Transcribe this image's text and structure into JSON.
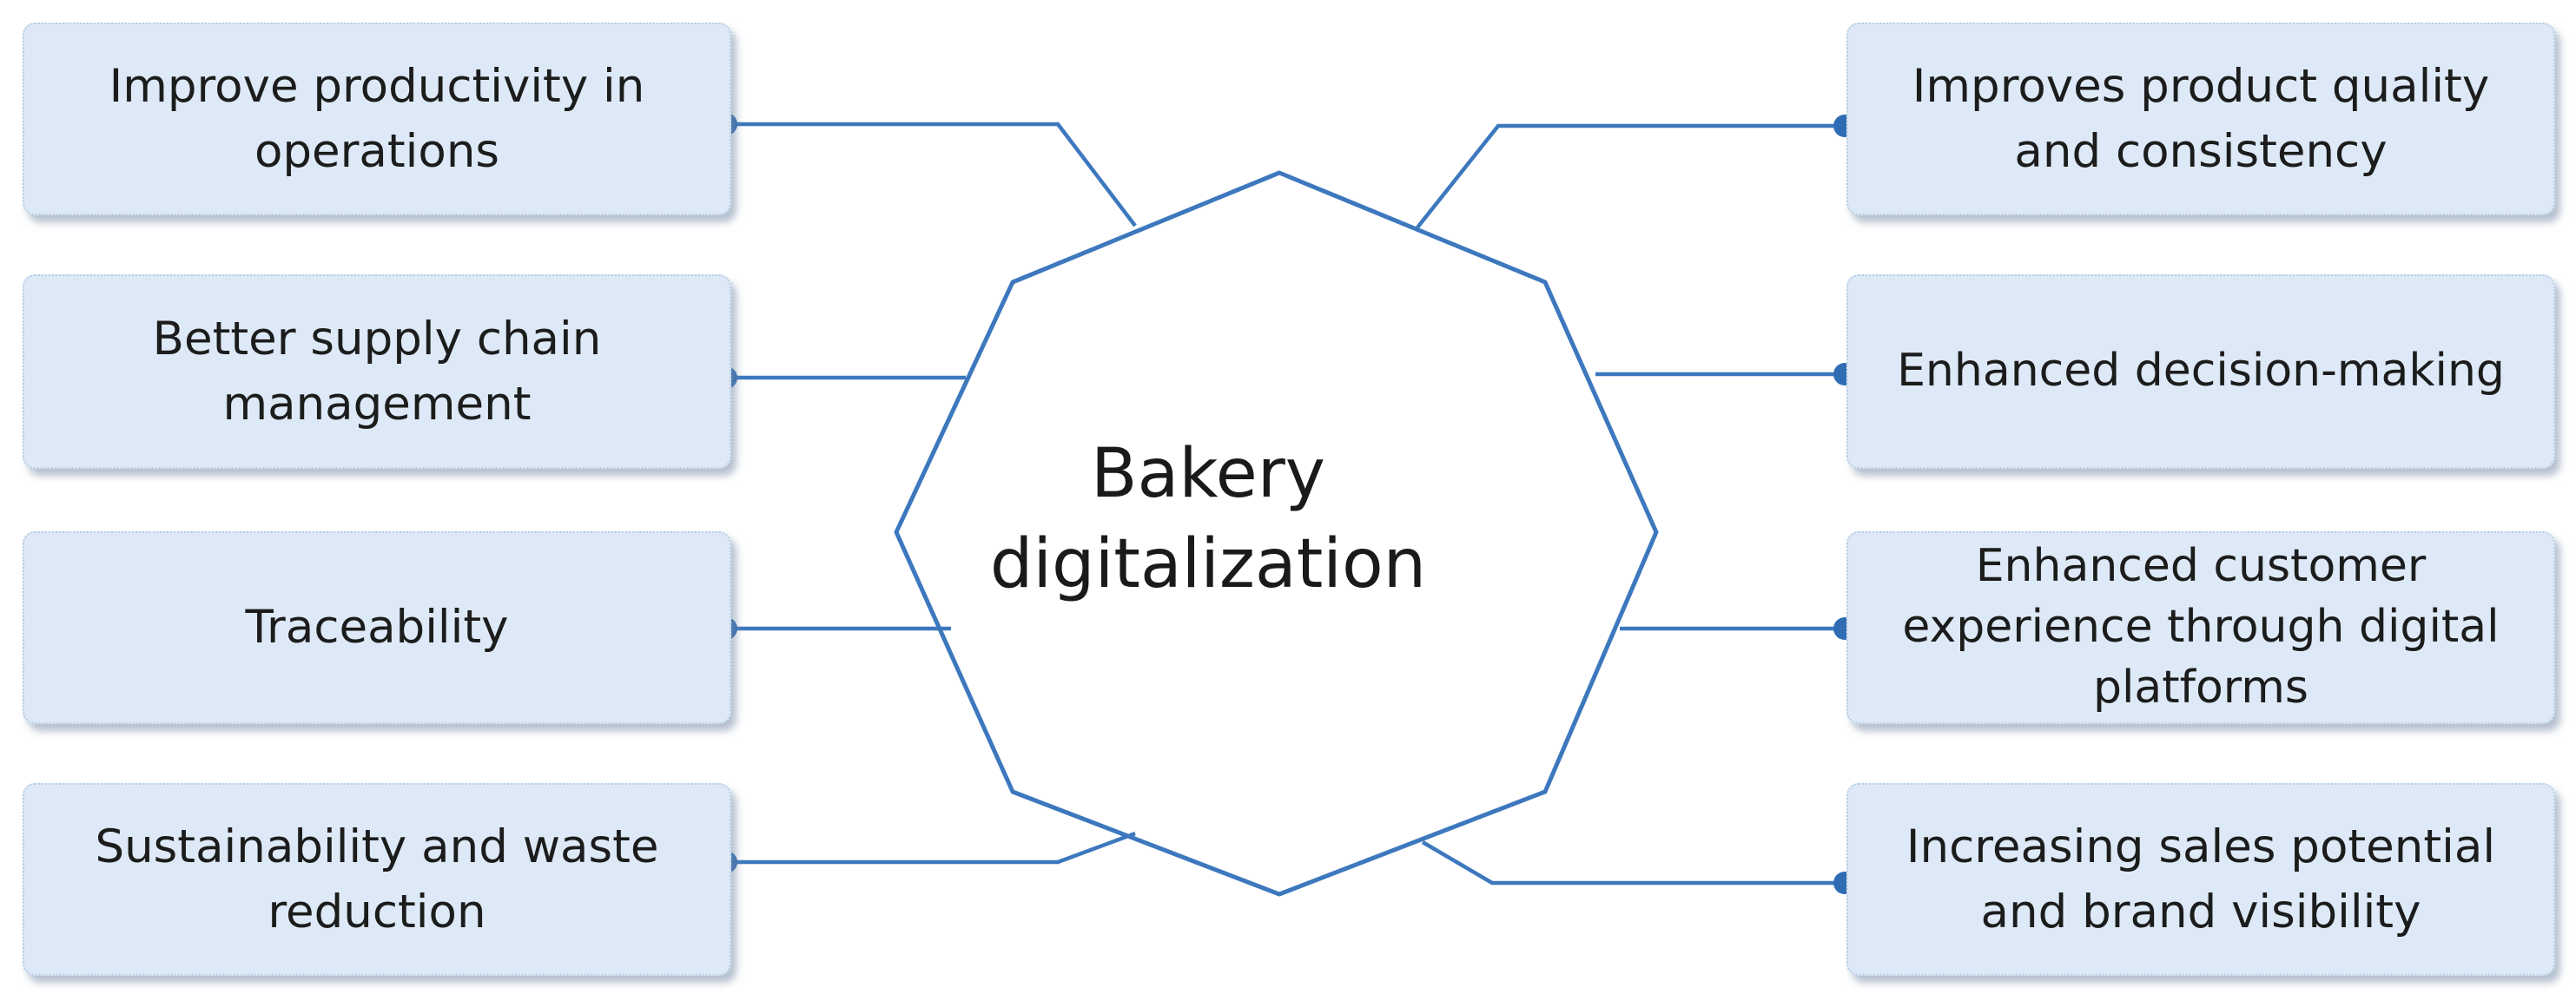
{
  "center": {
    "label": "Bakery\ndigitalization"
  },
  "left_benefits": [
    "Improve productivity in\noperations",
    "Better supply chain\nmanagement",
    "Traceability",
    "Sustainability and waste\nreduction"
  ],
  "right_benefits": [
    "Improves product quality\nand consistency",
    "Enhanced decision-making",
    "Enhanced customer\nexperience through digital\nplatforms",
    "Increasing sales potential\nand brand visibility"
  ],
  "colors": {
    "box_fill": "#dde9f6",
    "connector": "#3d78be",
    "octagon_stroke": "#3d78be"
  }
}
